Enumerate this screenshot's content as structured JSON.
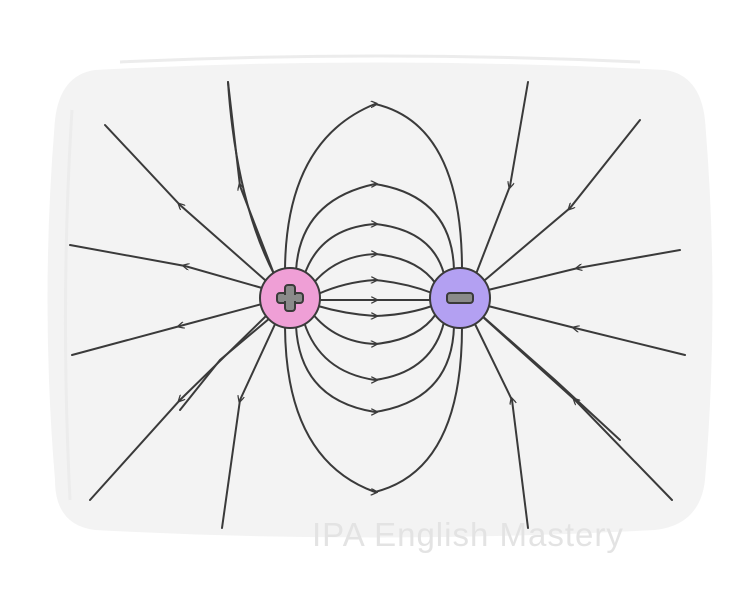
{
  "diagram": {
    "colors": {
      "background_panel": "#f3f3f3",
      "field_line": "#3a3a3a",
      "positive_charge_fill": "#ef9fd6",
      "negative_charge_fill": "#b3a0f2",
      "sign_fill": "#8a8a8a"
    },
    "charges": [
      {
        "name": "positive-charge",
        "sign": "+",
        "icon": "plus-icon"
      },
      {
        "name": "negative-charge",
        "sign": "-",
        "icon": "minus-icon"
      }
    ]
  },
  "watermark": {
    "text": "IPA English Mastery"
  }
}
